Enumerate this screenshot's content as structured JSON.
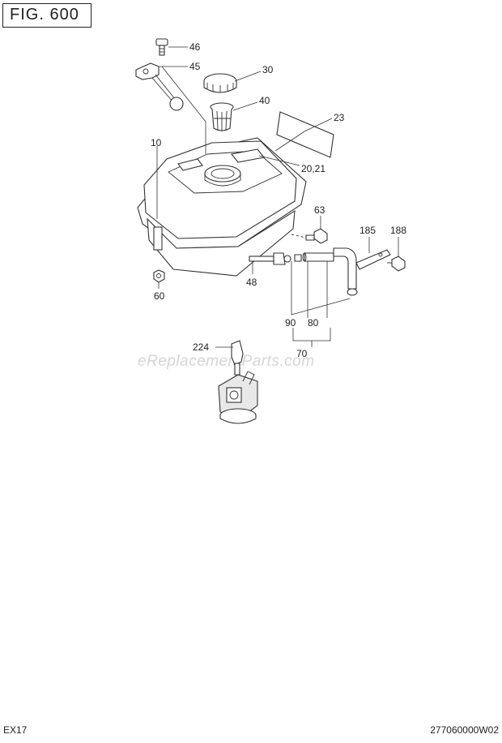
{
  "figure": {
    "title": "FIG. 600"
  },
  "watermark": "eReplacementParts.com",
  "footer": {
    "model": "EX17",
    "doc_number": "277060000W02"
  },
  "callouts": {
    "p46": "46",
    "p45": "45",
    "p30": "30",
    "p40": "40",
    "p23": "23",
    "p10": "10",
    "p20_21": "20,21",
    "p63": "63",
    "p185": "185",
    "p188": "188",
    "p48": "48",
    "p60": "60",
    "p90": "90",
    "p80": "80",
    "p70": "70",
    "p224": "224"
  }
}
